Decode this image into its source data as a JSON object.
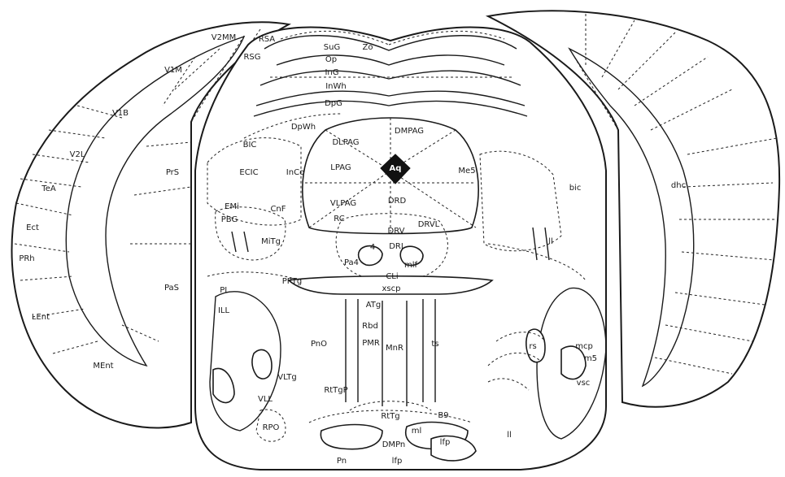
{
  "labels": {
    "v2mm": "V2MM",
    "rsa": "RSA",
    "rsg": "RSG",
    "v1m": "V1M",
    "v1b": "V1B",
    "v2l": "V2L",
    "tea": "TeA",
    "ect": "Ect",
    "prh": "PRh",
    "lent": "LEnt",
    "ment": "MEnt",
    "prs": "PrS",
    "pas": "PaS",
    "sug": "SuG",
    "zo": "Zo",
    "op": "Op",
    "ing": "InG",
    "inwh": "InWh",
    "dpg": "DpG",
    "dpwh": "DpWh",
    "dmpag": "DMPAG",
    "dlpag": "DLPAG",
    "lpag": "LPAG",
    "aq": "Aq",
    "me5": "Me5",
    "vlpag": "VLPAG",
    "drd": "DRD",
    "rc": "RC",
    "drv": "DRV",
    "drvl": "DRVL",
    "four": "4",
    "dri": "DRI",
    "pa4": "Pa4",
    "mlf": "mlf",
    "cli": "CLi",
    "xscp": "xscp",
    "bic_l": "BIC",
    "ecic": "ECIC",
    "inco": "InCo",
    "emi": "EMi",
    "pbg": "PBG",
    "cnf": "CnF",
    "mitg": "MiTg",
    "pptg": "PPTg",
    "pl": "PL",
    "ill": "ILL",
    "pno": "PnO",
    "atg": "ATg",
    "rbd": "Rbd",
    "pmr": "PMR",
    "mnr": "MnR",
    "ts": "ts",
    "vltg": "VLTg",
    "vll": "VLL",
    "rtgp": "RtTgP",
    "rtg": "RtTg",
    "b9": "B9",
    "rpo": "RPO",
    "ml": "ml",
    "lfp": "lfp",
    "dmpn": "DMPn",
    "pn": "Pn",
    "lfp2": "lfp",
    "bic_r": "bic",
    "ll_r": "ll",
    "dhc": "dhc",
    "rs": "rs",
    "mcp": "mcp",
    "m5": "m5",
    "vsc": "vsc",
    "ll2": "ll"
  }
}
